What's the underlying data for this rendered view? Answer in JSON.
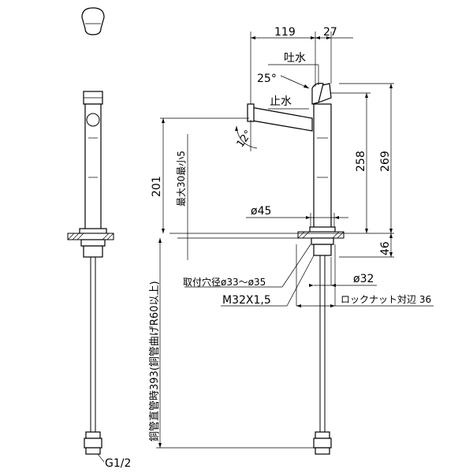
{
  "dimensions": {
    "top_119": "119",
    "top_27": "27",
    "angle_25": "25°",
    "angle_12": "12°",
    "height_201": "201",
    "height_258": "258",
    "height_269": "269",
    "height_46": "46",
    "dia_45": "ø45",
    "dia_32": "ø32",
    "mount_hole": "取付穴径ø33～ø35",
    "thread": "M32X1,5",
    "locknut": "ロックナット対辺 36",
    "deck_thickness": "最大30最小5",
    "supply_pipe": "銅管直管時393(銅管曲げR60以上)",
    "connection": "G1/2"
  },
  "labels": {
    "spout_flow": "吐水",
    "stop_flow": "止水"
  }
}
